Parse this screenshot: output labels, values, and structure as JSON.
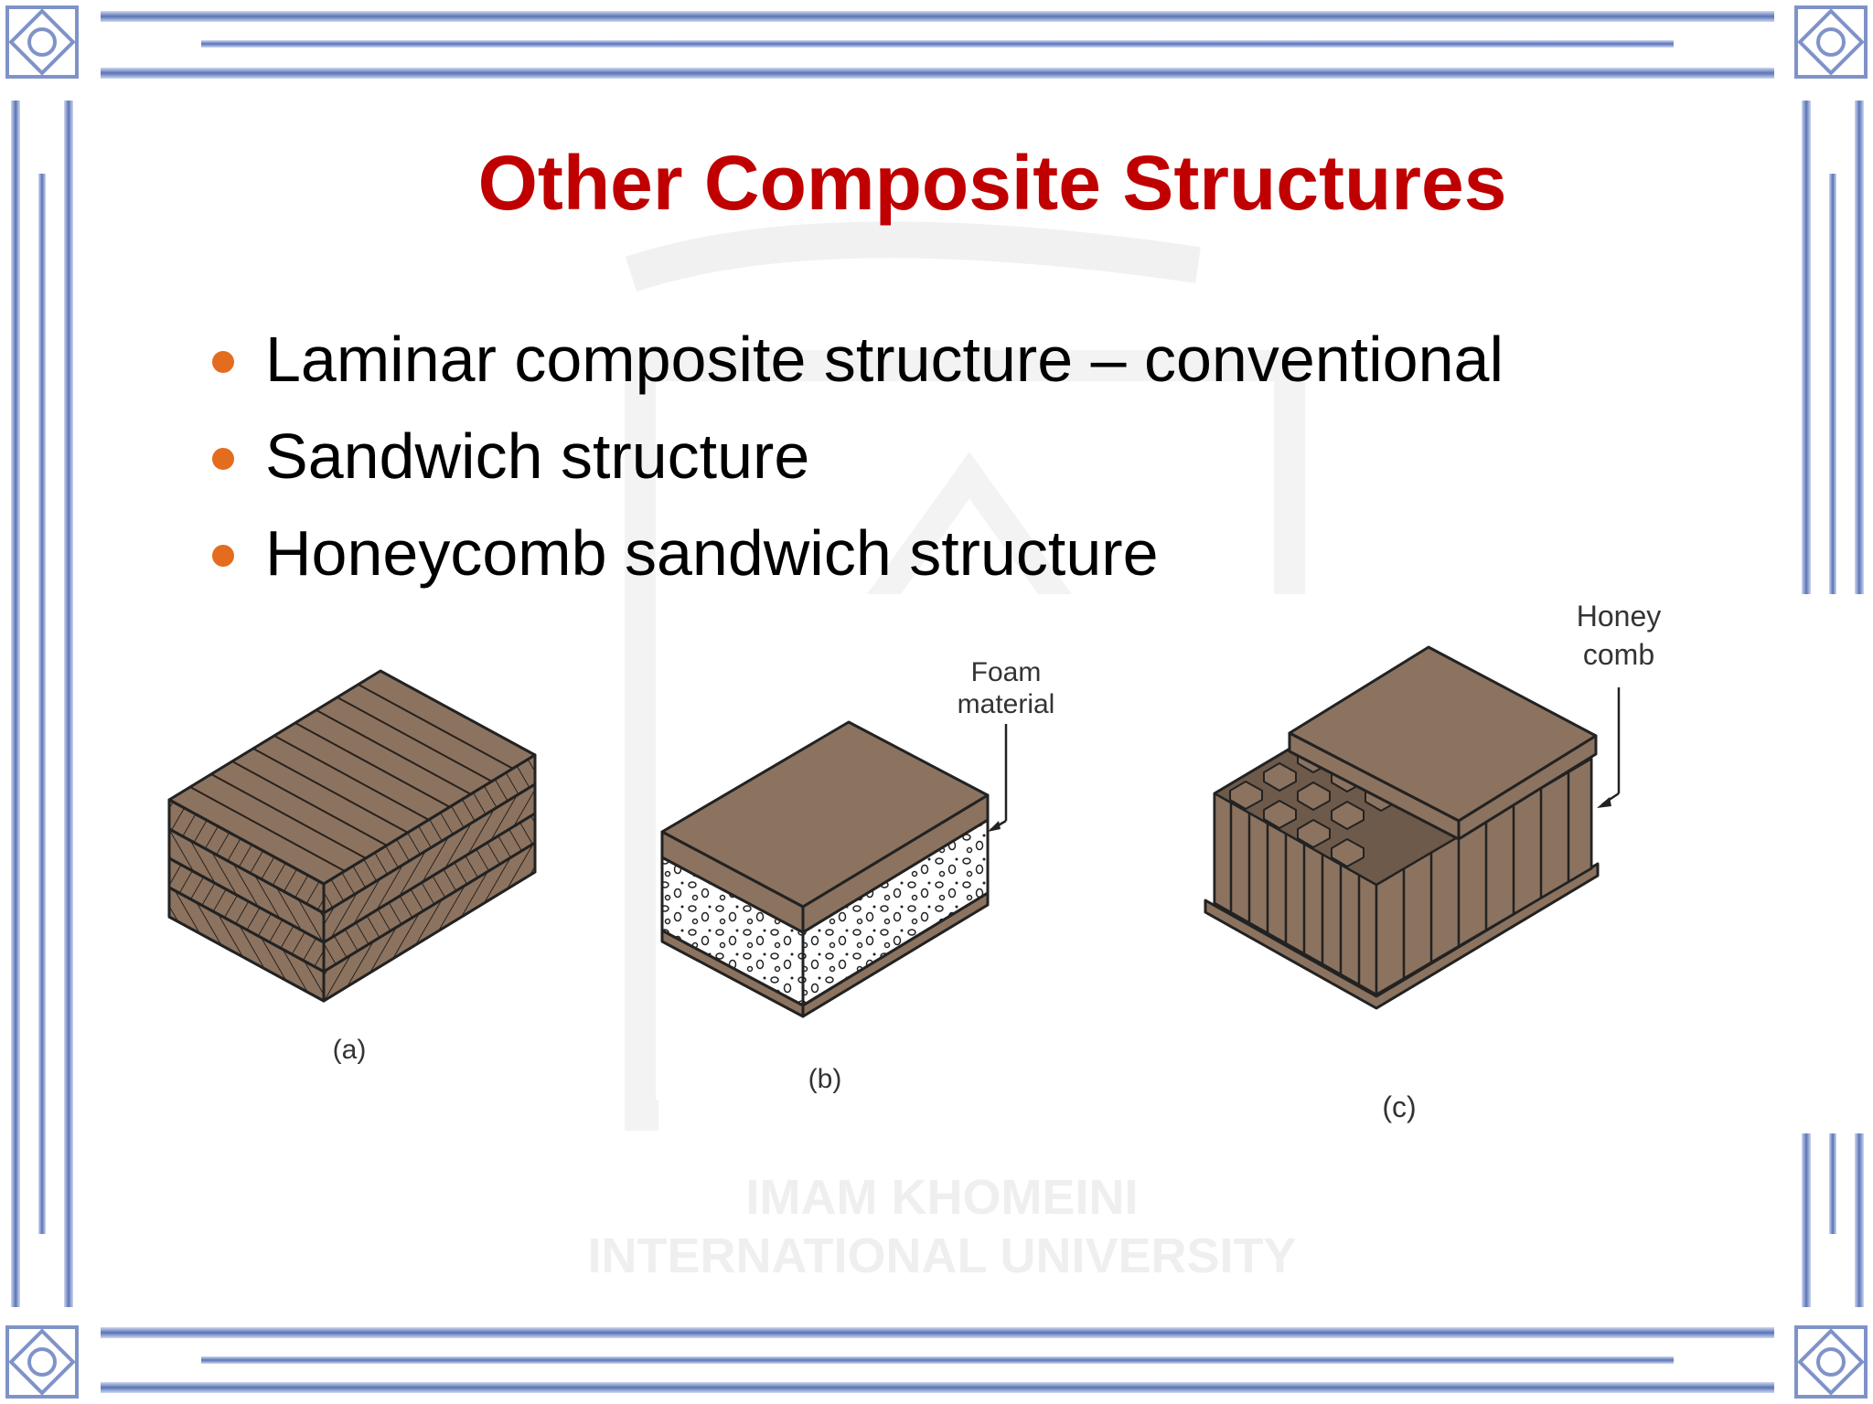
{
  "slide": {
    "title": "Other Composite Structures",
    "bullets": [
      "Laminar composite structure – conventional",
      "Sandwich structure",
      "Honeycomb sandwich structure"
    ]
  },
  "figure": {
    "panel_a_caption": "(a)",
    "panel_b_caption": "(b)",
    "panel_c_caption": "(c)",
    "foam_label_line1": "Foam",
    "foam_label_line2": "material",
    "honeycomb_label_line1": "Honey",
    "honeycomb_label_line2": "comb"
  },
  "watermark": {
    "line1": "IMAM KHOMEINI",
    "line2": "INTERNATIONAL UNIVERSITY"
  },
  "colors": {
    "title": "#c00000",
    "bullet_dot": "#e46c1f",
    "border_blue": "#3a5aa8",
    "material_brown": "#8b7360"
  },
  "icons": {
    "corner": "corner-ornament-icon"
  }
}
